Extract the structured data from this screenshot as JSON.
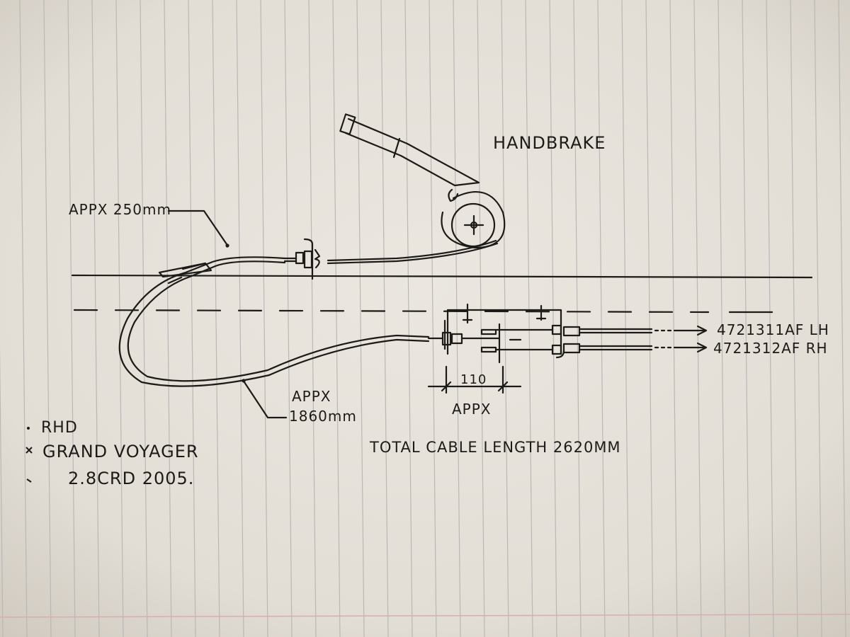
{
  "labels": {
    "handbrake": "HANDBRAKE",
    "appx_250": "APPX 250mm",
    "appx_1860_line1": "APPX",
    "appx_1860_line2": "1860mm",
    "dim_110": "110",
    "dim_appx": "APPX",
    "part_lh": "4721311AF LH",
    "part_rh": "4721312AF RH",
    "total_length": "TOTAL CABLE LENGTH 2620MM"
  },
  "notes": [
    "RHD",
    "GRAND VOYAGER",
    "2.8CRD 2005."
  ],
  "colors": {
    "paper": "#e6e2db",
    "ruling": "#b9b8b6",
    "ink": "#1d1b18",
    "margin_rule": "#d7aeb0"
  }
}
